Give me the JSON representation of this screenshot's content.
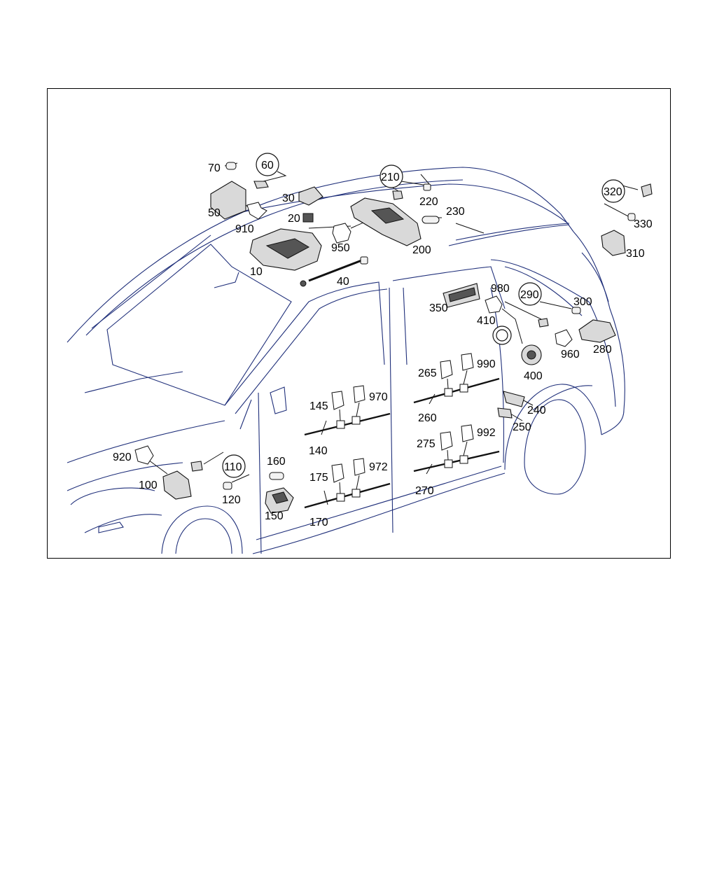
{
  "diagram": {
    "labels": {
      "p10": "10",
      "p20": "20",
      "p30": "30",
      "p40": "40",
      "p50": "50",
      "p60": "60",
      "p70": "70",
      "p100": "100",
      "p110": "110",
      "p120": "120",
      "p140": "140",
      "p145": "145",
      "p150": "150",
      "p160": "160",
      "p170": "170",
      "p175": "175",
      "p200": "200",
      "p210": "210",
      "p220": "220",
      "p230": "230",
      "p240": "240",
      "p250": "250",
      "p260": "260",
      "p265": "265",
      "p270": "270",
      "p275": "275",
      "p280": "280",
      "p290": "290",
      "p300": "300",
      "p310": "310",
      "p320": "320",
      "p330": "330",
      "p350": "350",
      "p400": "400",
      "p410": "410",
      "p910": "910",
      "p920": "920",
      "p950": "950",
      "p960": "960",
      "p970": "970",
      "p972": "972",
      "p980": "980",
      "p990": "990",
      "p992": "992"
    }
  }
}
